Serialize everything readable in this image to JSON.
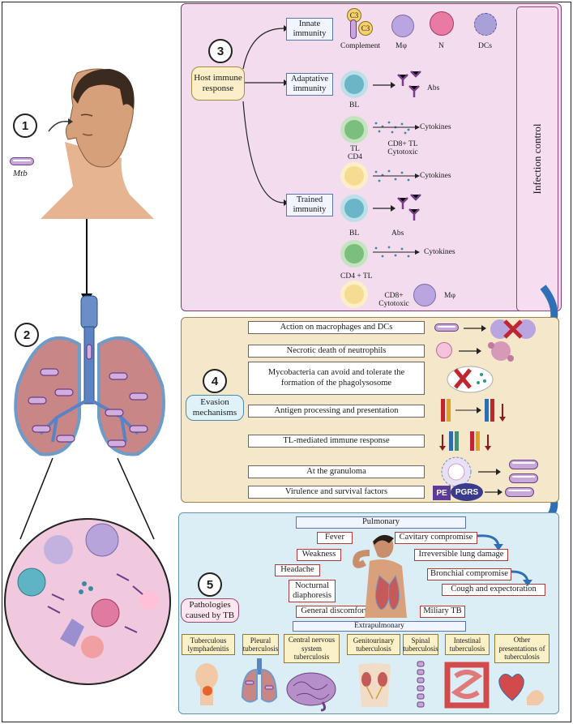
{
  "step_numbers": [
    "1",
    "2",
    "3",
    "4",
    "5"
  ],
  "mtb_label": "Mtb",
  "infection_control": "Infection control",
  "host_response": "Host immune response",
  "immunity": {
    "innate": "Innate immunity",
    "adaptative": "Adaptative immunity",
    "trained": "Trained immunity"
  },
  "innate_labels": [
    "Complement",
    "Mφ",
    "N",
    "DCs"
  ],
  "complement_tags": [
    "C3",
    "C3"
  ],
  "adaptive_labels": {
    "bl": "BL",
    "abs": "Abs",
    "tl_cd4": "TL CD4",
    "cd8_tl": "CD8+ TL Cytotoxic",
    "cytokines1": "Cytokines",
    "cytokines2": "Cytokines"
  },
  "trained_labels": {
    "bl": "BL",
    "abs": "Abs",
    "cd4_tl": "CD4 + TL",
    "cytokines": "Cytokines",
    "cd8": "CD8+ Cytotoxic",
    "mphi": "Mφ"
  },
  "evasion_label": "Evasion mechanisms",
  "evasion_items": [
    "Action on macrophages and DCs",
    "Necrotic death of neutrophils",
    "Mycobacteria can avoid and tolerate the formation of the phagolysosome",
    "Antigen processing and presentation",
    "TL-mediated immune response",
    "At the granuloma",
    "Virulence and survival factors"
  ],
  "pe_pgrs": [
    "PE",
    "PGRS"
  ],
  "pathologies_label": "Pathologies caused by TB",
  "pulmonary_label": "Pulmonary",
  "extrapulmonary_label": "Extrapulmonary",
  "symptoms": {
    "fever": "Fever",
    "weakness": "Weakness",
    "headache": "Headache",
    "nocturnal": "Nocturnal diaphoresis",
    "discomfort": "General discomfort",
    "cavitary": "Cavitary compromise",
    "irreversible": "Irreversible lung damage",
    "bronchial": "Bronchial compromise",
    "cough": "Cough and expectoration",
    "miliary": "Miliary TB"
  },
  "extrapulmonary": [
    "Tuberculous lymphadenitis",
    "Pleural tuberculosis",
    "Central nervous system tuberculosis",
    "Genitourinary tuberculosis",
    "Spinal tuberculosis",
    "Intestinal tuberculosis",
    "Other presentations of tuberculosis"
  ],
  "colors": {
    "panel3": "#f2dced",
    "panel4": "#f5e7c9",
    "panel5": "#dbeef5",
    "bacillus": "#c9a7d8",
    "arrow_blue": "#2e6fb5"
  }
}
